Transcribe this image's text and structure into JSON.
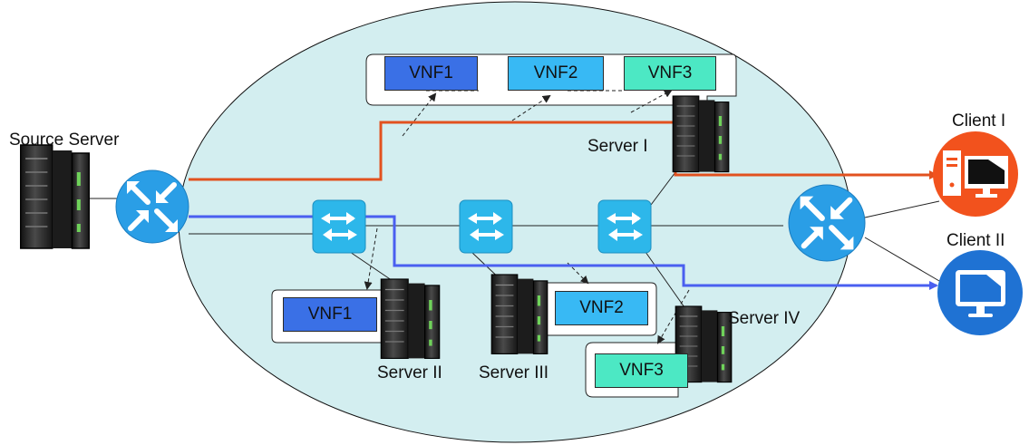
{
  "labels": {
    "source_server": "Source Server",
    "client_1": "Client I",
    "client_2": "Client II",
    "server_1": "Server I",
    "server_2": "Server II",
    "server_3": "Server III",
    "server_4": "Server IV"
  },
  "vnfs": {
    "top": [
      "VNF1",
      "VNF2",
      "VNF3"
    ],
    "server_2": "VNF1",
    "server_3": "VNF2",
    "server_4": "VNF3"
  },
  "colors": {
    "cloud": "#d3eef0",
    "path_client_1": "#e2511f",
    "path_client_2": "#4a5ff0",
    "vnf1": "#3a70e6",
    "vnf2": "#38b9f4",
    "vnf3": "#4ce8c4",
    "router": "#2a9ee6",
    "switch": "#2db7ea",
    "client_1": "#f2521d",
    "client_2": "#1f72d3"
  },
  "icons": [
    "router-icon",
    "switch-icon",
    "server-rack-icon",
    "desktop-computer-icon",
    "monitor-icon"
  ]
}
